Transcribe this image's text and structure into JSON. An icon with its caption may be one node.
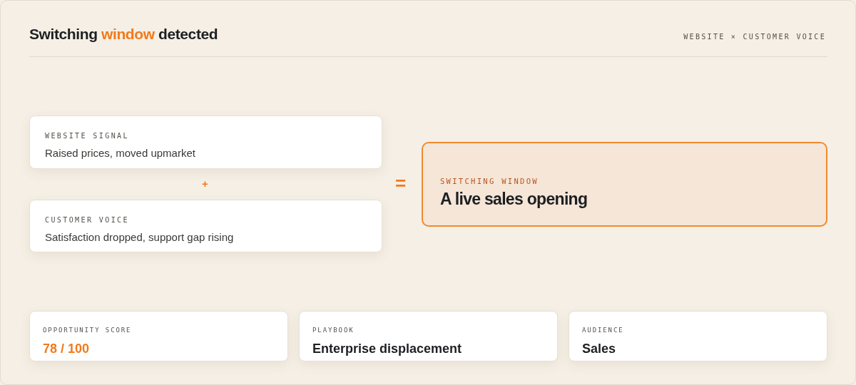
{
  "diagram": {
    "title": "Switching **window** detected",
    "nodes": [
      {
        "text": [
          "WEBSITE SIGNAL",
          "Raised prices, moved upmarket"
        ]
      },
      {
        "text": [
          "CUSTOMER VOICE",
          "Satisfaction dropped, support gap rising"
        ]
      },
      {
        "text": [
          "SWITCHING WINDOW",
          "A live sales opening"
        ]
      },
      {
        "text": [
          "OPPORTUNITY SCORE",
          "78 / 100"
        ]
      },
      {
        "text": [
          "PLAYBOOK",
          "Enterprise displacement"
        ]
      },
      {
        "text": [
          "AUDIENCE",
          "Sales"
        ]
      }
    ],
    "labels": [
      "WEBSITE × CUSTOMER VOICE",
      "+",
      "="
    ]
  }
}
